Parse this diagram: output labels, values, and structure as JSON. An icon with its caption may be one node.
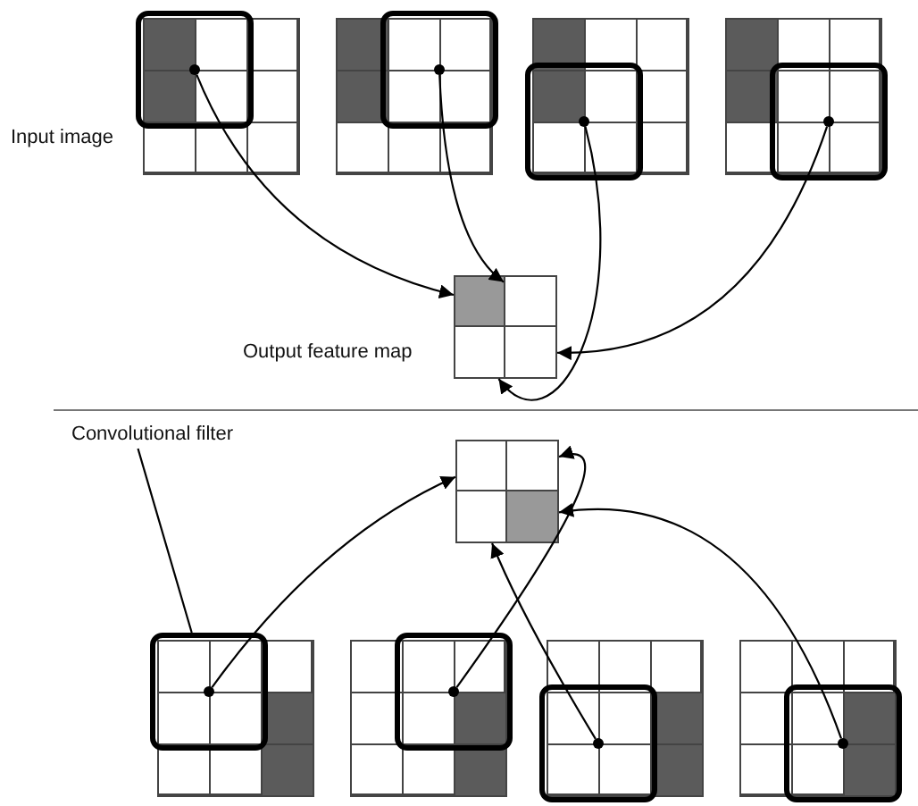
{
  "diagram": {
    "nodes": [
      {
        "text": [],
        "shape": "box"
      },
      {
        "text": [],
        "shape": "circle",
        "in": 0
      },
      {
        "text": [],
        "shape": "box"
      },
      {
        "text": [],
        "shape": "circle",
        "in": 2
      },
      {
        "text": [],
        "shape": "box"
      },
      {
        "text": [],
        "shape": "circle",
        "in": 4
      },
      {
        "text": [],
        "shape": "box"
      },
      {
        "text": [],
        "shape": "circle",
        "in": 6
      },
      {
        "text": [],
        "shape": "grid"
      },
      {
        "text": [],
        "shape": "box",
        "in": 8
      },
      {
        "text": [],
        "shape": "box",
        "in": 8
      },
      {
        "text": [],
        "shape": "box",
        "in": 8
      },
      {
        "text": [],
        "shape": "box",
        "in": 8
      },
      {
        "text": [
          "Convolutional filter"
        ]
      },
      {
        "text": [],
        "shape": "grid"
      },
      {
        "text": [],
        "shape": "box",
        "in": 14
      },
      {
        "text": [],
        "shape": "box",
        "in": 14
      },
      {
        "text": [],
        "shape": "box",
        "in": 14
      },
      {
        "text": [],
        "shape": "box",
        "in": 14
      },
      {
        "text": [],
        "shape": "box"
      },
      {
        "text": [],
        "shape": "circle",
        "in": 19
      },
      {
        "text": [],
        "shape": "box"
      },
      {
        "text": [],
        "shape": "circle",
        "in": 21
      },
      {
        "text": [],
        "shape": "box"
      },
      {
        "text": [],
        "shape": "circle",
        "in": 23
      },
      {
        "text": [],
        "shape": "box"
      },
      {
        "text": [],
        "shape": "circle",
        "in": 25
      }
    ],
    "edges": [
      {
        "from": 1,
        "to": 9,
        "arrow": "to"
      },
      {
        "from": 3,
        "to": 10,
        "arrow": "to"
      },
      {
        "from": 5,
        "to": 11,
        "arrow": "to"
      },
      {
        "from": 7,
        "to": 12,
        "arrow": "to"
      },
      {
        "from": 13,
        "to": 19,
        "arrow": "none"
      },
      {
        "from": 20,
        "to": 15,
        "arrow": "to"
      },
      {
        "from": 22,
        "to": 16,
        "arrow": "to"
      },
      {
        "from": 24,
        "to": 17,
        "arrow": "to"
      },
      {
        "from": 26,
        "to": 18,
        "arrow": "to"
      }
    ],
    "labels": [
      "Input image",
      "Output feature map"
    ]
  }
}
